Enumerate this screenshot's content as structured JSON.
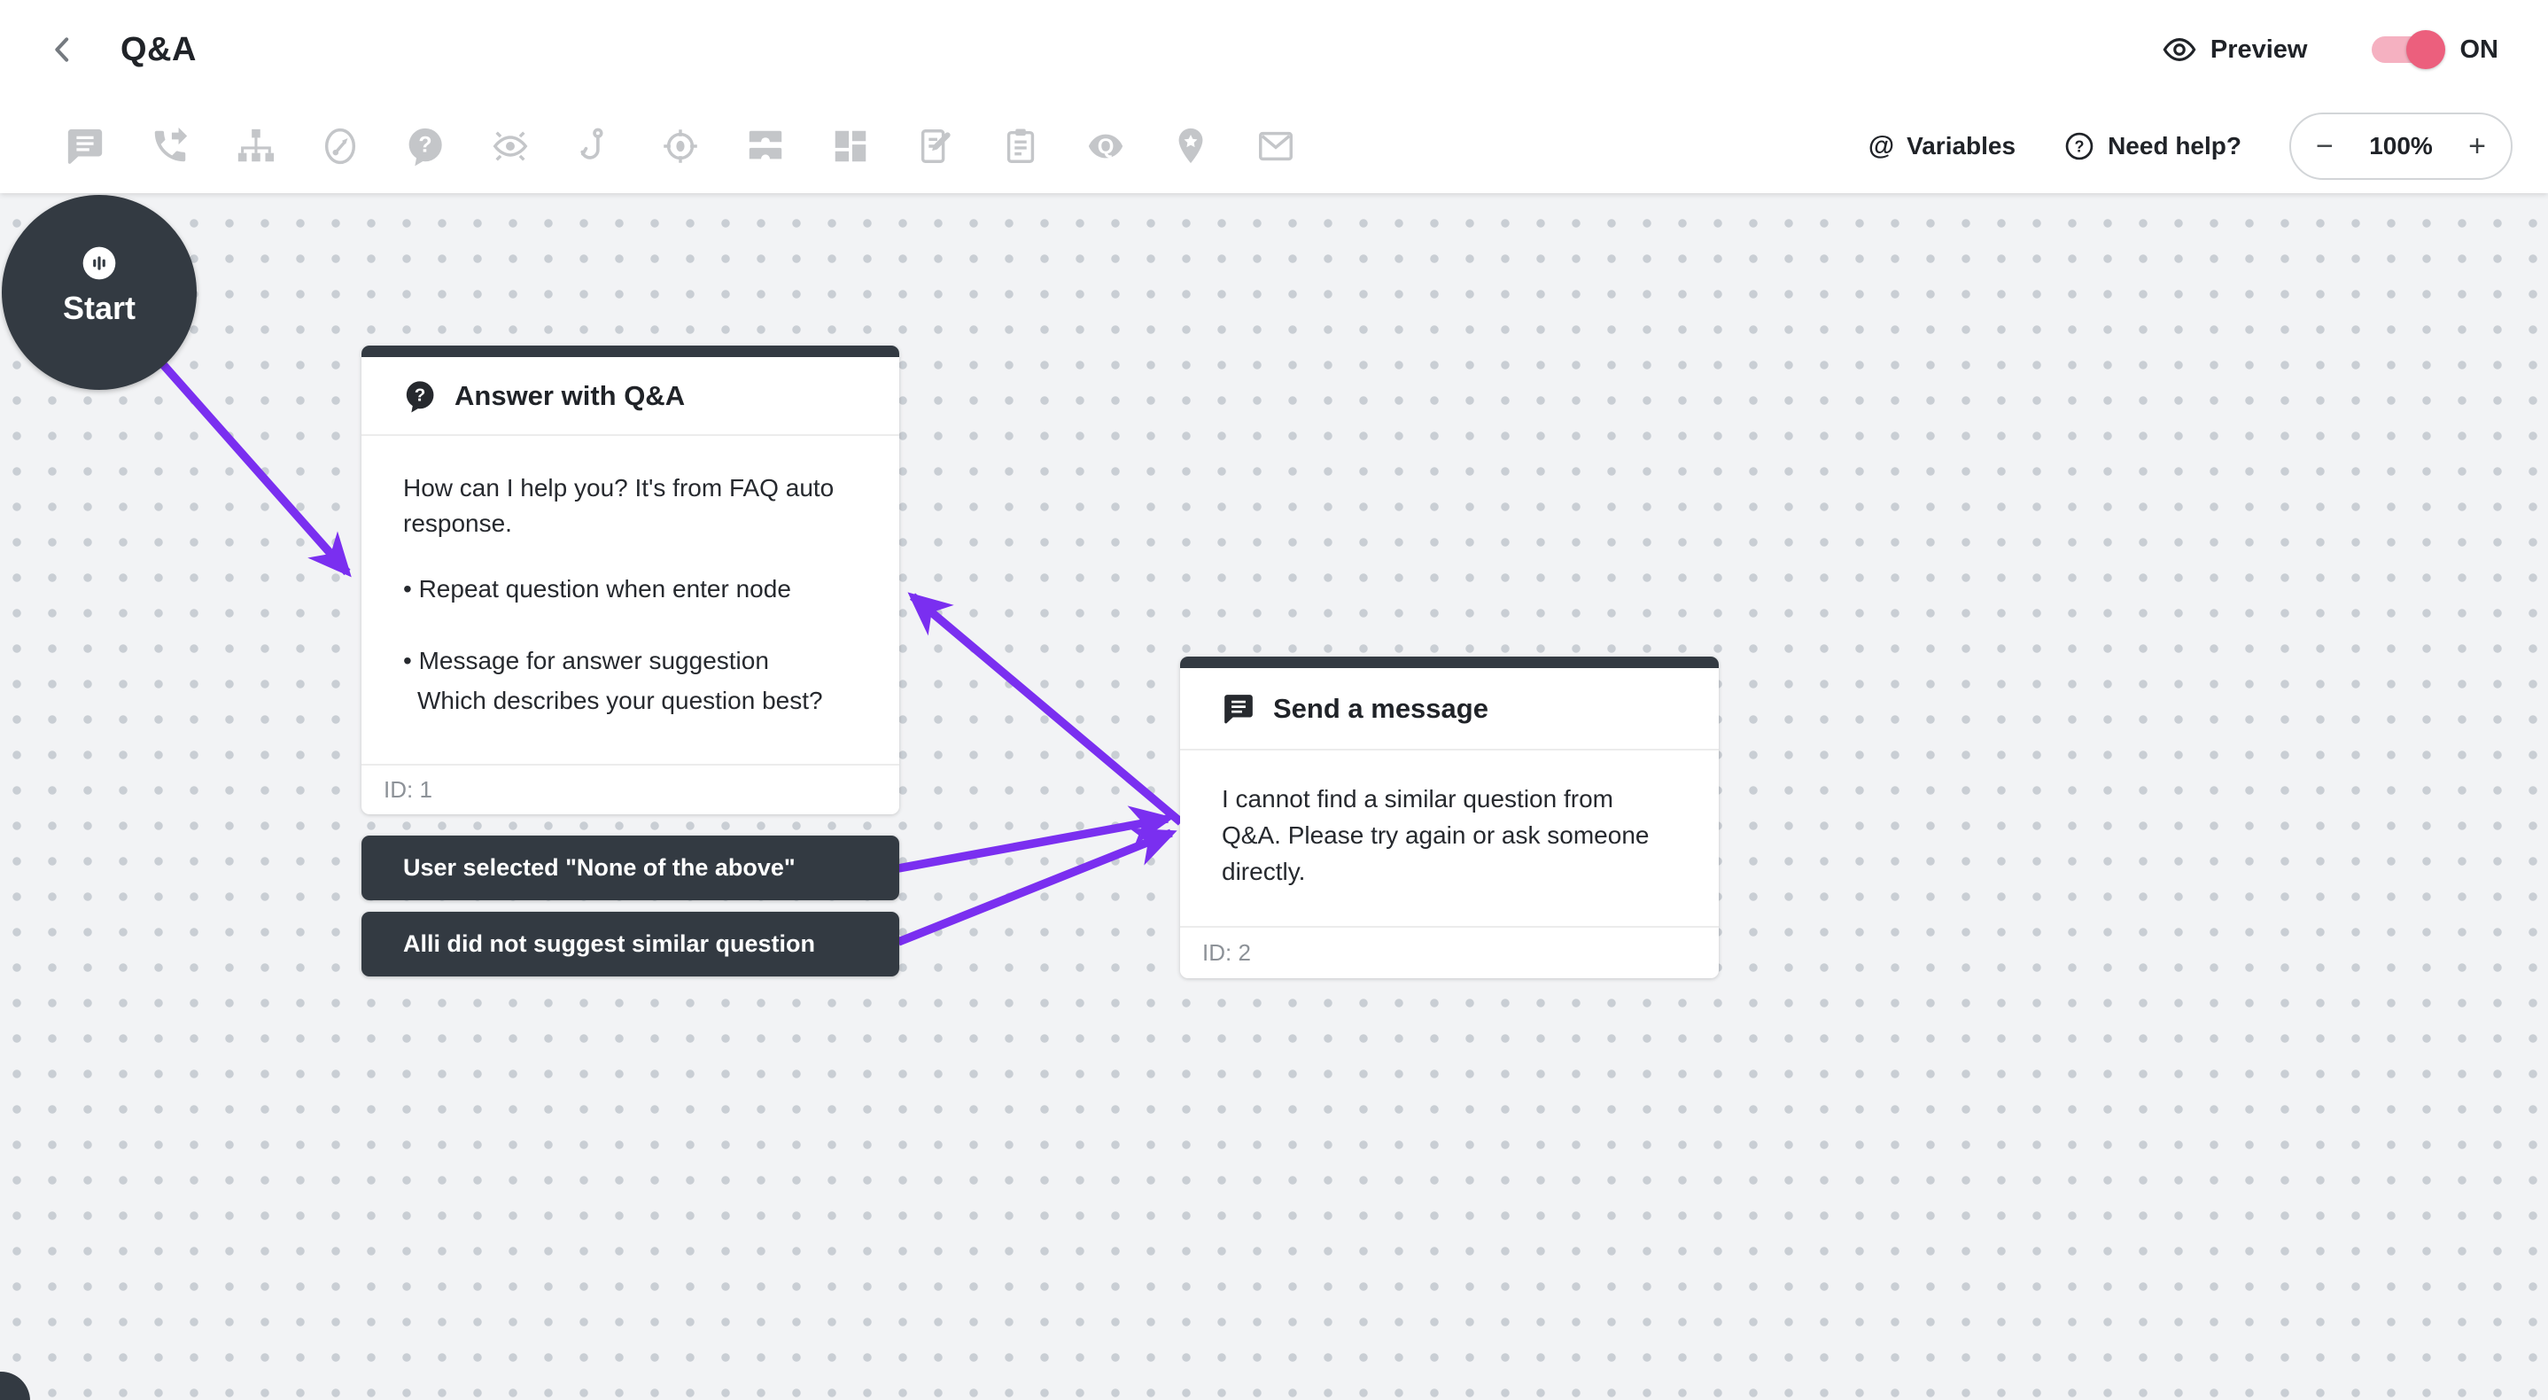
{
  "header": {
    "title": "Q&A",
    "preview_label": "Preview",
    "toggle_state": "ON"
  },
  "toolbar": {
    "icons": [
      "message-lines-icon",
      "phone-forward-icon",
      "sitemap-icon",
      "gauge-icon",
      "question-bubble-icon",
      "eye-rays-icon",
      "hook-icon",
      "target-icon",
      "inbox-trays-icon",
      "dashboard-icon",
      "form-edit-icon",
      "clipboard-icon",
      "q-lens-icon",
      "pin-star-icon",
      "envelope-icon"
    ],
    "variables_symbol": "@",
    "variables_label": "Variables",
    "help_symbol": "?",
    "need_help_label": "Need help?",
    "zoom_out_label": "−",
    "zoom_level": "100%",
    "zoom_in_label": "+"
  },
  "canvas": {
    "start_node": {
      "label": "Start"
    },
    "qna_node": {
      "icon": "question-bubble-icon",
      "title": "Answer with Q&A",
      "message": "How can I help you? It's from FAQ auto response.",
      "bullet1": "• Repeat question when enter node",
      "bullet2": "• Message for answer suggestion",
      "subtext": "Which describes your question best?",
      "id_label": "ID: 1"
    },
    "send_node": {
      "icon": "message-lines-icon",
      "title": "Send a message",
      "message": "I cannot find a similar question from Q&A. Please try again or ask someone directly.",
      "id_label": "ID: 2"
    },
    "condition_buttons": {
      "none_of_above": "User selected \"None of the above\"",
      "no_suggestion": "Alli did not suggest similar question"
    }
  },
  "colors": {
    "edge_purple": "#7a2ff0",
    "node_dark": "#333a42",
    "toggle_on_knob": "#ec5f7d",
    "toggle_on_track": "#f5b1c1",
    "icon_gray": "#c4c6c9"
  }
}
